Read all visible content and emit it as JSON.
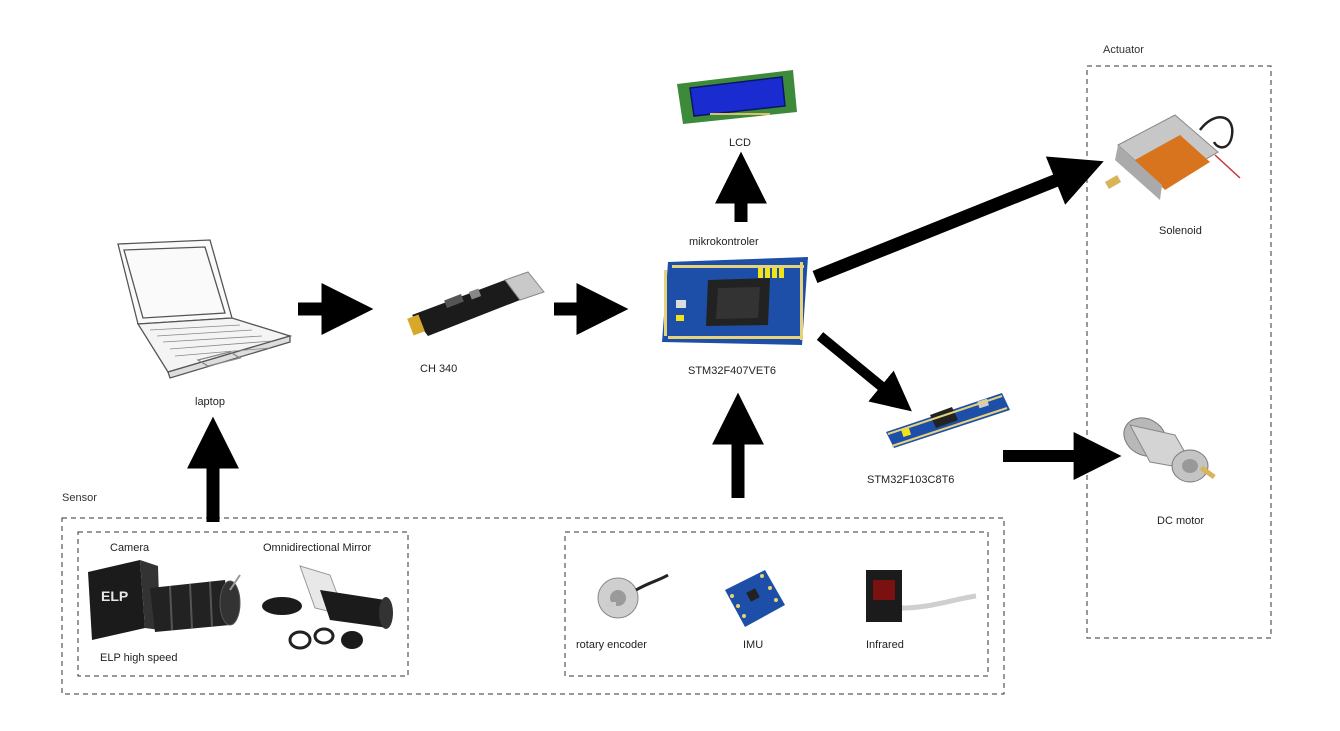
{
  "groups": {
    "sensor": "Sensor",
    "actuator": "Actuator"
  },
  "components": {
    "laptop": "laptop",
    "ch340": "CH 340",
    "microcontroller_title": "mikrokontroler",
    "stm32f407": "STM32F407VET6",
    "lcd": "LCD",
    "stm32f103": "STM32F103C8T6",
    "solenoid": "Solenoid",
    "dc_motor": "DC motor",
    "camera": "Camera",
    "camera_model": "ELP high speed",
    "camera_brand": "ELP",
    "mirror": "Omnidirectional Mirror",
    "rotary_encoder": "rotary encoder",
    "imu": "IMU",
    "infrared": "Infrared"
  },
  "colors": {
    "arrow": "#000000",
    "pcb_blue": "#1d4fa8",
    "lcd_green": "#3c8a3a",
    "lcd_screen": "#1a2ccf",
    "solenoid_coil": "#d9741e",
    "dashed_border": "#333333"
  }
}
